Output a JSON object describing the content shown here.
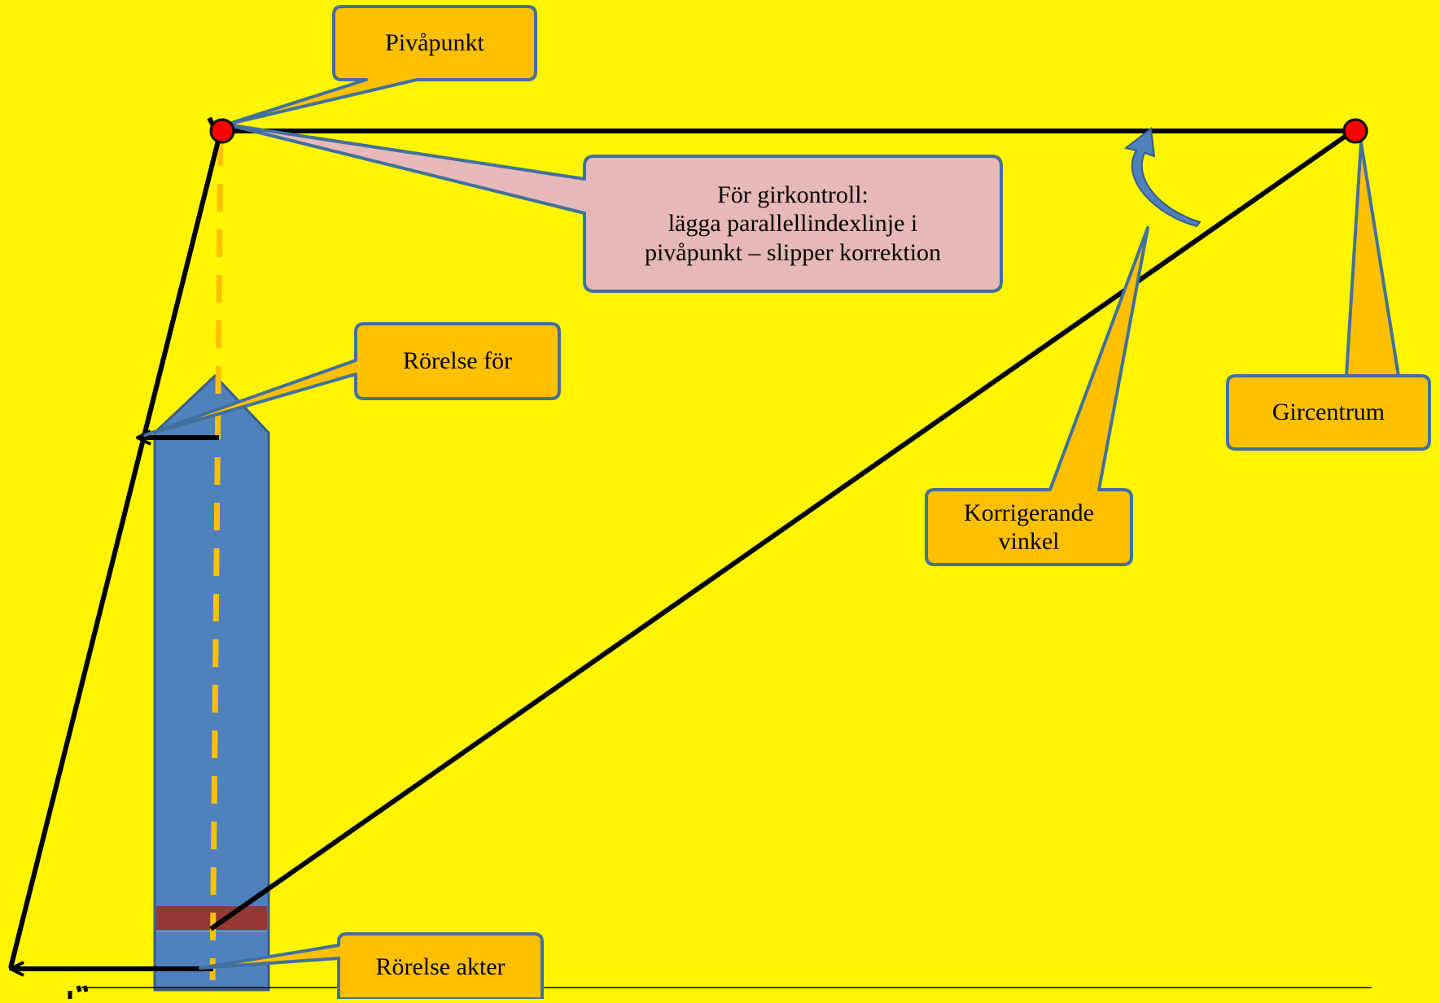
{
  "colors": {
    "background": "#FFF500",
    "callout_fill": "#FFC000",
    "callout_border": "#41719C",
    "note_fill": "#E6B8B7",
    "ship_fill": "#4F81BD",
    "ship_stern_band": "#953735",
    "dashed_line": "#FFC000",
    "point_fill": "#FF0000",
    "lines": "#000000"
  },
  "labels": {
    "pivot_point": "Pivåpunkt",
    "turn_check_note": "För girkontroll:\nlägga parallellindexlinje i\npivåpunkt – slipper korrektion",
    "bow_motion": "Rörelse för",
    "turn_center": "Gircentrum",
    "correcting_angle": "Korrigerande\nvinkel",
    "stern_motion": "Rörelse akter"
  },
  "icons": {
    "pivot_marker": "red-dot-icon",
    "center_marker": "red-dot-icon",
    "angle_arrow": "curved-arrow-icon",
    "motion_arrow": "arrow-left-icon"
  }
}
